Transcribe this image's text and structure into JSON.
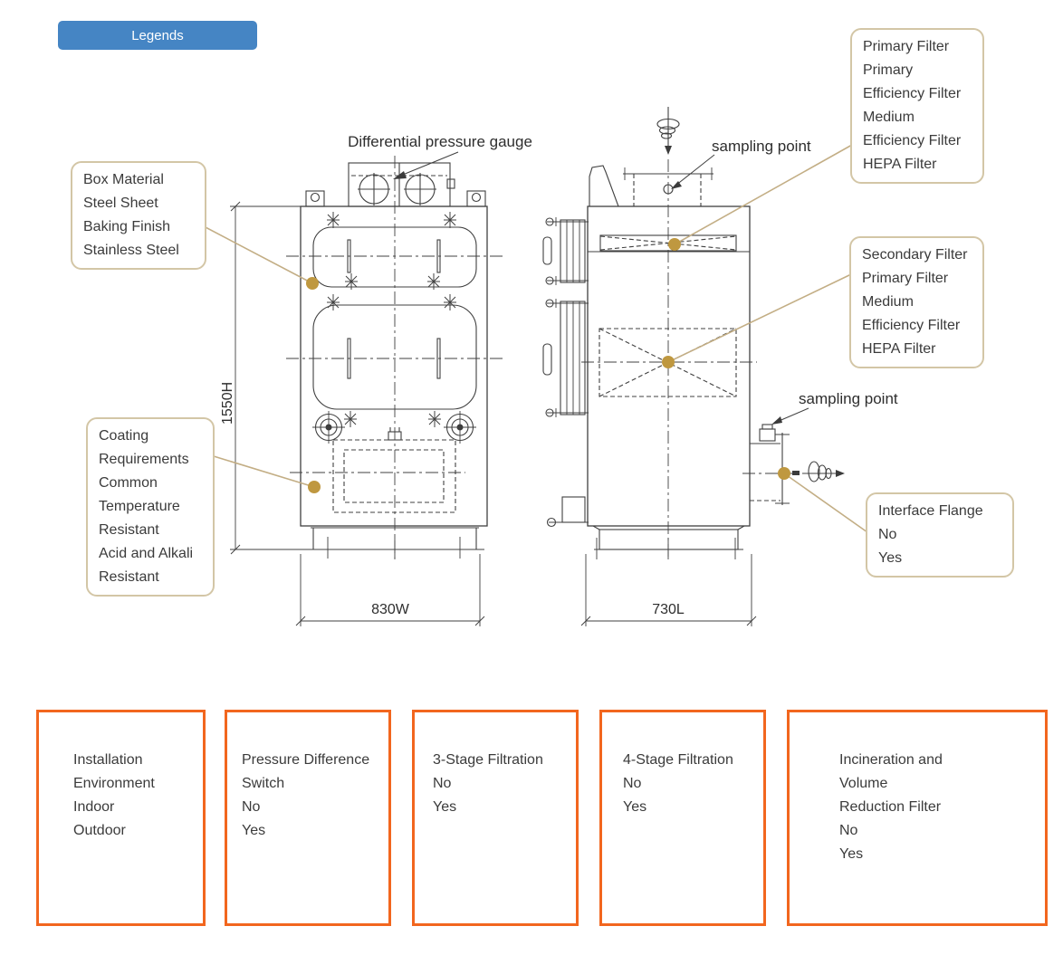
{
  "legend": {
    "button_label": "Legends"
  },
  "colors": {
    "button_blue": "#4585c4",
    "callout_border": "#d3c6a6",
    "leader_line": "#c3ae85",
    "marker_dot": "#bf9840",
    "option_border": "#f2661e",
    "drawing_line": "#404040",
    "text": "#3b3b3b"
  },
  "callouts": {
    "box_material": {
      "lines": [
        "Box Material",
        "Steel Sheet",
        "Baking Finish",
        "Stainless Steel"
      ]
    },
    "coating_requirements": {
      "lines": [
        "Coating",
        "Requirements",
        "Common",
        "Temperature",
        "Resistant",
        "Acid and Alkali",
        "Resistant"
      ]
    },
    "primary_filter": {
      "lines": [
        "Primary Filter",
        "Primary",
        "Efficiency Filter",
        "Medium",
        "Efficiency Filter",
        "HEPA Filter"
      ]
    },
    "secondary_filter": {
      "lines": [
        "Secondary Filter",
        "Primary Filter",
        "Medium",
        "Efficiency Filter",
        "HEPA Filter"
      ]
    },
    "interface_flange": {
      "lines": [
        "Interface Flange",
        "No",
        "Yes"
      ]
    }
  },
  "diagram": {
    "labels": {
      "differential_pressure_gauge": "Differential pressure gauge",
      "sampling_point_top": "sampling point",
      "sampling_point_side": "sampling point"
    },
    "dimensions": {
      "height": "1550H",
      "width": "830W",
      "length": "730L"
    }
  },
  "options": [
    {
      "lines": [
        "Installation",
        "Environment",
        "Indoor",
        "Outdoor"
      ]
    },
    {
      "lines": [
        "Pressure Difference",
        "Switch",
        "No",
        "Yes"
      ]
    },
    {
      "lines": [
        "3-Stage Filtration",
        "No",
        "Yes"
      ]
    },
    {
      "lines": [
        "4-Stage Filtration",
        "No",
        "Yes"
      ]
    },
    {
      "lines": [
        "Incineration and",
        "Volume",
        "Reduction Filter",
        "No",
        "Yes"
      ]
    }
  ]
}
